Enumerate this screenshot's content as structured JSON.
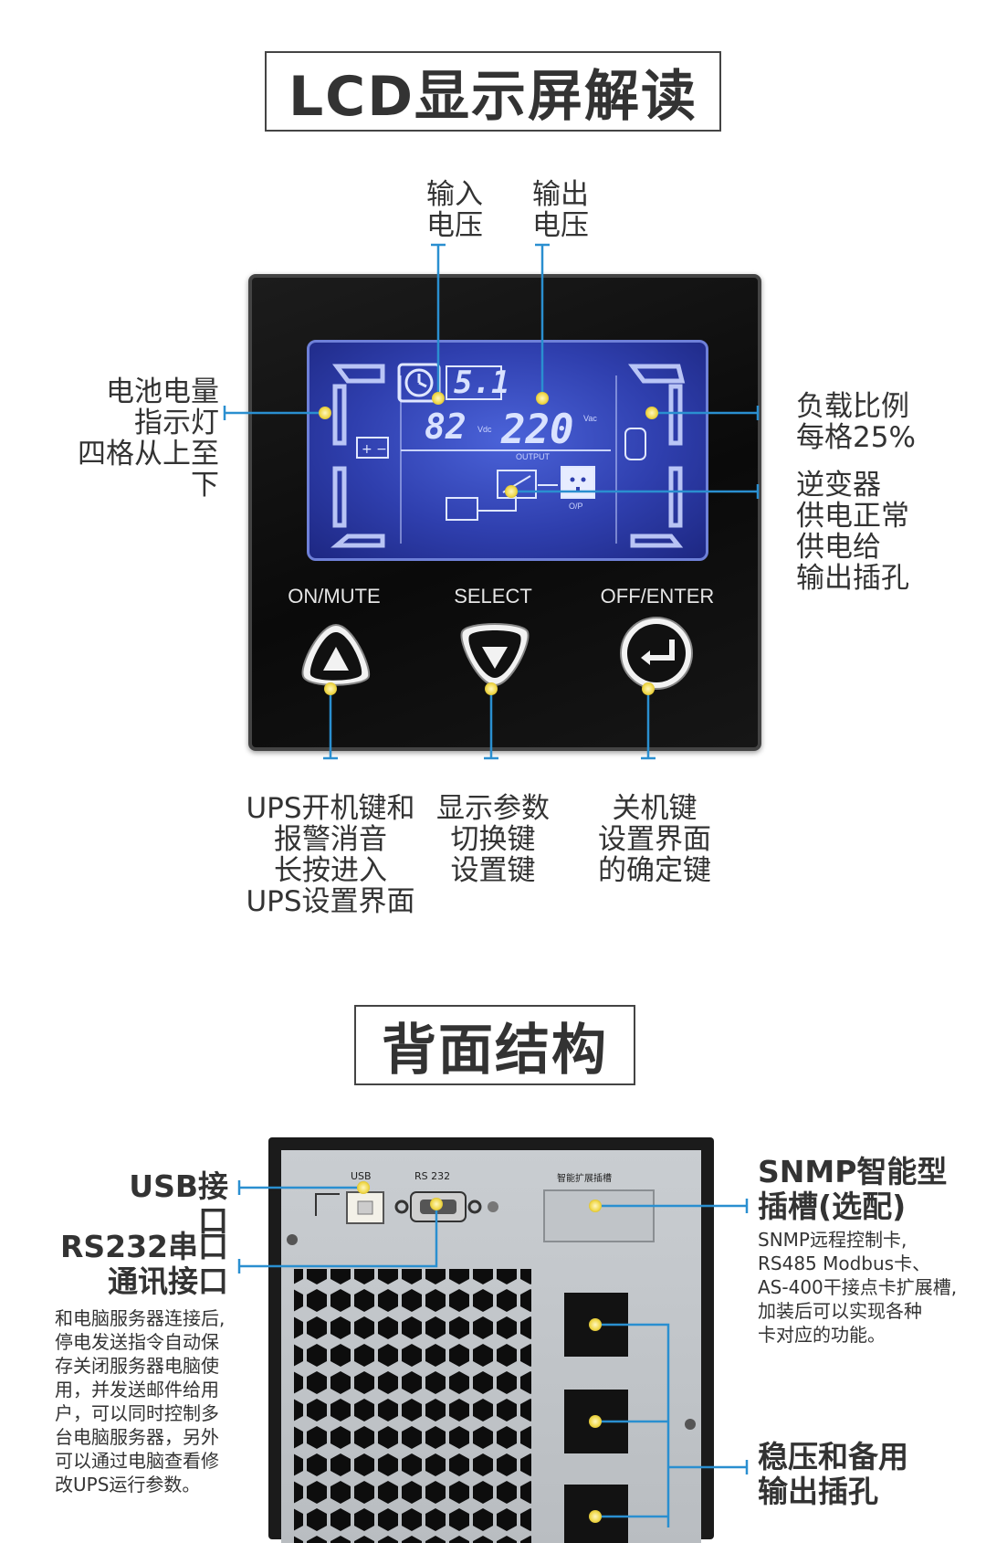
{
  "sections": {
    "lcd_title": "LCD显示屏解读",
    "rear_title": "背面结构"
  },
  "lcd": {
    "callouts": {
      "input_voltage": [
        "输入",
        "电压"
      ],
      "output_voltage": [
        "输出",
        "电压"
      ],
      "battery_level": [
        "电池电量",
        "指示灯",
        "四格从上至下"
      ],
      "load_ratio": [
        "负载比例",
        "每格25%"
      ],
      "inverter": [
        "逆变器",
        "供电正常",
        "供电给",
        "输出插孔"
      ]
    },
    "display": {
      "top_value": "5.1",
      "input_value": "82",
      "input_unit": "Vdc",
      "output_value": "220",
      "output_unit": "Vac",
      "output_caption": "OUTPUT",
      "op_caption": "O/P"
    },
    "buttons": [
      {
        "label": "ON/MUTE",
        "desc": [
          "UPS开机键和",
          "报警消音",
          "长按进入",
          "UPS设置界面"
        ]
      },
      {
        "label": "SELECT",
        "desc": [
          "显示参数",
          "切换键",
          "设置键"
        ]
      },
      {
        "label": "OFF/ENTER",
        "desc": [
          "关机键",
          "设置界面",
          "的确定键"
        ]
      }
    ]
  },
  "rear": {
    "port_labels": {
      "usb_small": "USB",
      "rs232_small": "RS 232",
      "slot_small": "智能扩展插槽"
    },
    "usb": "USB接口",
    "rs232": [
      "RS232串口",
      "通讯接口"
    ],
    "rs232_desc": [
      "和电脑服务器连接后,",
      "停电发送指令自动保",
      "存关闭服务器电脑使",
      "用，并发送邮件给用",
      "户，可以同时控制多",
      "台电脑服务器，另外",
      "可以通过电脑查看修",
      "改UPS运行参数。"
    ],
    "snmp": [
      "SNMP智能型",
      "插槽(选配)"
    ],
    "snmp_desc": [
      "SNMP远程控制卡,",
      "RS485 Modbus卡、",
      "AS-400干接点卡扩展槽,",
      "加装后可以实现各种",
      "卡对应的功能。"
    ],
    "outlets": [
      "稳压和备用",
      "输出插孔"
    ]
  },
  "colors": {
    "callout_line": "#2a8fd0",
    "lcd_blue": "#3346b8",
    "dot_yellow": "#f0d84a"
  }
}
